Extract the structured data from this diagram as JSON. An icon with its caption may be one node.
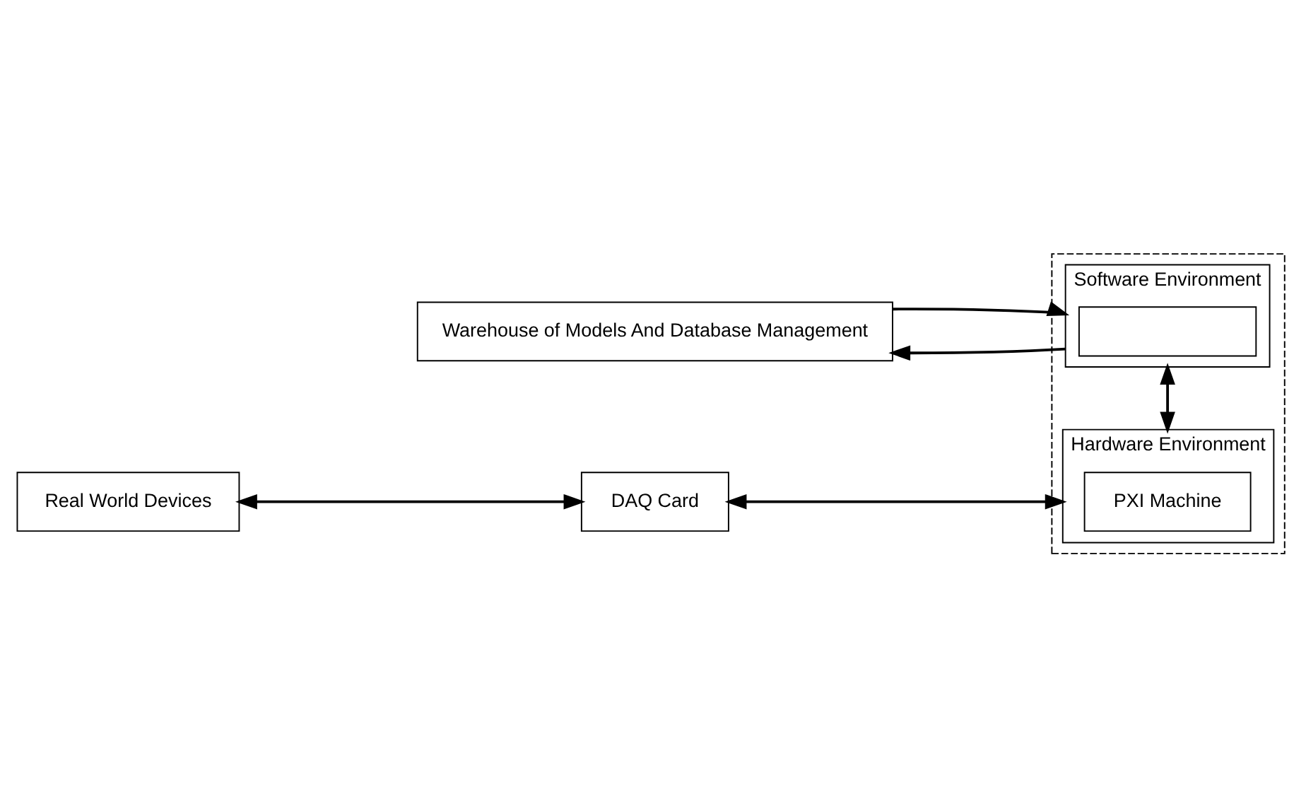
{
  "diagram": {
    "nodes": [
      {
        "text": [
          "Warehouse of Models And Database Management"
        ]
      },
      {
        "text": [],
        "shape": "box"
      },
      {
        "text": [
          "Software Environment"
        ],
        "in": 1
      },
      {
        "text": [],
        "shape": "box",
        "in": 2
      },
      {
        "text": [
          "Hardware Environment"
        ],
        "in": 1
      },
      {
        "text": [
          "PXI Machine"
        ],
        "in": 4
      },
      {
        "text": [
          "Real World Devices"
        ]
      },
      {
        "text": [
          "DAQ Card"
        ]
      }
    ],
    "edges": [
      {
        "from": 2,
        "to": 0,
        "arrow": "to"
      },
      {
        "from": 0,
        "to": 2,
        "arrow": "to"
      },
      {
        "from": 2,
        "to": 4,
        "arrow": "both"
      },
      {
        "from": 6,
        "to": 7,
        "arrow": "both"
      },
      {
        "from": 7,
        "to": 4,
        "arrow": "both"
      }
    ]
  }
}
